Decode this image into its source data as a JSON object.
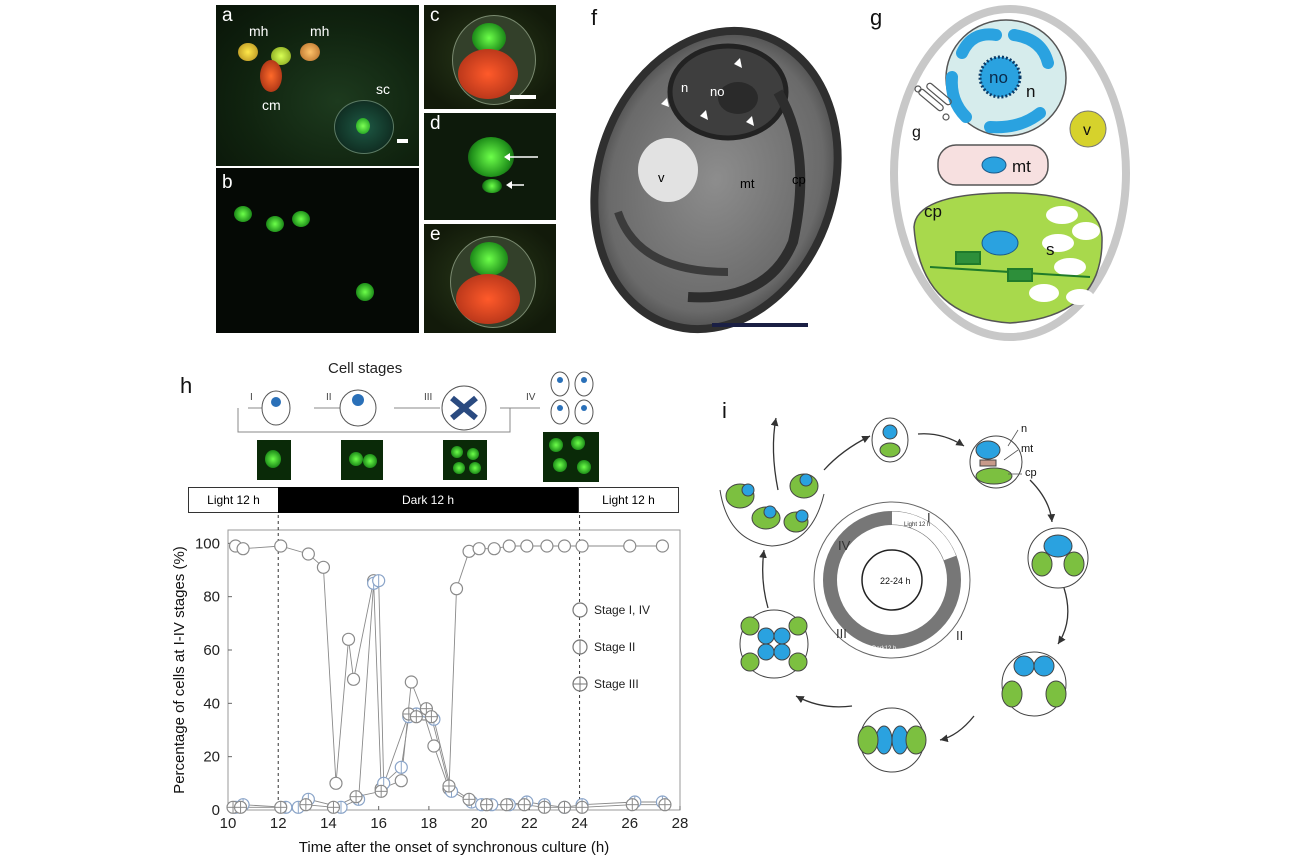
{
  "panels": {
    "a": {
      "letter": "a",
      "labels": [
        "mh",
        "mh",
        "cm",
        "sc"
      ]
    },
    "b": {
      "letter": "b"
    },
    "c": {
      "letter": "c"
    },
    "d": {
      "letter": "d"
    },
    "e": {
      "letter": "e"
    },
    "f": {
      "letter": "f",
      "labels": [
        "n",
        "no",
        "v",
        "mt",
        "cp"
      ]
    },
    "g": {
      "letter": "g",
      "labels": [
        "no",
        "n",
        "g",
        "v",
        "mt",
        "cp",
        "s"
      ]
    },
    "h": {
      "letter": "h",
      "stages_title": "Cell stages",
      "stage_numerals": [
        "I",
        "II",
        "III",
        "IV"
      ],
      "light_left": "Light 12 h",
      "dark": "Dark 12 h",
      "light_right": "Light 12 h"
    },
    "i": {
      "letter": "i",
      "labels": [
        "n",
        "mt",
        "cp"
      ],
      "ring_numerals": [
        "I",
        "II",
        "III",
        "IV"
      ],
      "ring_light": "Light 12 h",
      "ring_dark": "Dark12 h",
      "center": "22-24 h"
    }
  },
  "chart_data": {
    "type": "scatter",
    "xlabel": "Time after the onset of synchronous culture (h)",
    "ylabel": "Percentage of cells at I-IV stages (%)",
    "xlim": [
      10,
      28
    ],
    "ylim": [
      0,
      105
    ],
    "xticks": [
      10,
      12,
      14,
      16,
      18,
      20,
      22,
      24,
      26,
      28
    ],
    "yticks": [
      0,
      20,
      40,
      60,
      80,
      100
    ],
    "legend_position": "right",
    "series": [
      {
        "name": "Stage I, IV",
        "x": [
          10.3,
          10.6,
          12.1,
          13.2,
          13.8,
          14.3,
          14.8,
          15,
          15.8,
          16.1,
          16.9,
          17.3,
          17.8,
          18.2,
          18.8,
          19.1,
          19.6,
          20,
          20.6,
          21.2,
          21.9,
          22.7,
          23.4,
          24.1,
          26,
          27.3
        ],
        "y": [
          99,
          98,
          99,
          96,
          91,
          10,
          64,
          49,
          86,
          8,
          11,
          48,
          36,
          24,
          8,
          83,
          97,
          98,
          98,
          99,
          99,
          99,
          99,
          99,
          99,
          99
        ]
      },
      {
        "name": "Stage II",
        "x": [
          10.3,
          10.6,
          12.3,
          12.8,
          13.2,
          14.5,
          15.2,
          15.8,
          16,
          16.2,
          16.9,
          17.2,
          17.5,
          17.9,
          18.2,
          18.9,
          19.7,
          20.1,
          20.5,
          21.2,
          21.9,
          22.6,
          23.4,
          24.1,
          26.2,
          27.3
        ],
        "y": [
          1,
          2,
          1,
          1,
          4,
          1,
          4,
          85,
          86,
          10,
          16,
          35,
          36,
          37,
          34,
          7,
          3,
          2,
          2,
          2,
          3,
          2,
          1,
          2,
          3,
          3
        ]
      },
      {
        "name": "Stage III",
        "x": [
          10.2,
          10.5,
          12.1,
          13.1,
          14.2,
          15.1,
          16.1,
          17.2,
          17.5,
          17.9,
          18.1,
          18.8,
          19.6,
          20.3,
          21.1,
          21.8,
          22.6,
          23.4,
          24.1,
          26.1,
          27.4
        ],
        "y": [
          1,
          1,
          1,
          2,
          1,
          5,
          7,
          36,
          35,
          38,
          35,
          9,
          4,
          2,
          2,
          2,
          1,
          1,
          1,
          2,
          2
        ]
      }
    ],
    "vlines": [
      12,
      24
    ]
  }
}
